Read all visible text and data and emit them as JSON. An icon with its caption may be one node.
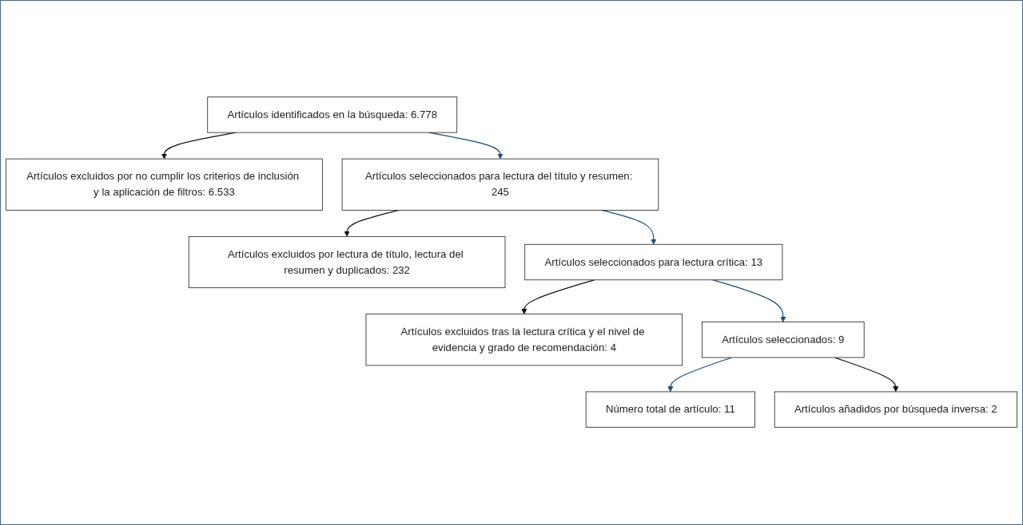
{
  "diagram": {
    "nodes": [
      {
        "text": [
          "Artículos identificados en la búsqueda: 6.778"
        ]
      },
      {
        "text": [
          "Artículos excluidos por no cumplir los criterios de inclusión y la aplicación de filtros: 6.533"
        ]
      },
      {
        "text": [
          "Artículos seleccionados para lectura del título y resumen: 245"
        ]
      },
      {
        "text": [
          "Artículos excluidos por lectura de título, lectura del resumen y duplicados: 232"
        ]
      },
      {
        "text": [
          "Artículos seleccionados para lectura crítica: 13"
        ]
      },
      {
        "text": [
          "Artículos excluidos tras la lectura crítica y el nivel de evidencia y grado de recomendación: 4"
        ]
      },
      {
        "text": [
          "Artículos seleccionados: 9"
        ]
      },
      {
        "text": [
          "Artículos añadidos por búsqueda inversa: 2"
        ]
      },
      {
        "text": [
          "Número total de artículo: 11"
        ]
      }
    ],
    "edges": [
      {
        "from": 0,
        "to": 2,
        "arrow": "to",
        "color": "#1f4e79"
      },
      {
        "from": 0,
        "to": 1,
        "arrow": "to",
        "color": "#111111"
      },
      {
        "from": 2,
        "to": 4,
        "arrow": "to",
        "color": "#1f4e79"
      },
      {
        "from": 2,
        "to": 3,
        "arrow": "to",
        "color": "#111111"
      },
      {
        "from": 4,
        "to": 6,
        "arrow": "to",
        "color": "#1f4e79"
      },
      {
        "from": 4,
        "to": 5,
        "arrow": "to",
        "color": "#111111"
      },
      {
        "from": 6,
        "to": 8,
        "arrow": "to",
        "color": "#1f4e79"
      },
      {
        "from": 6,
        "to": 7,
        "arrow": "to",
        "color": "#111111"
      }
    ]
  }
}
